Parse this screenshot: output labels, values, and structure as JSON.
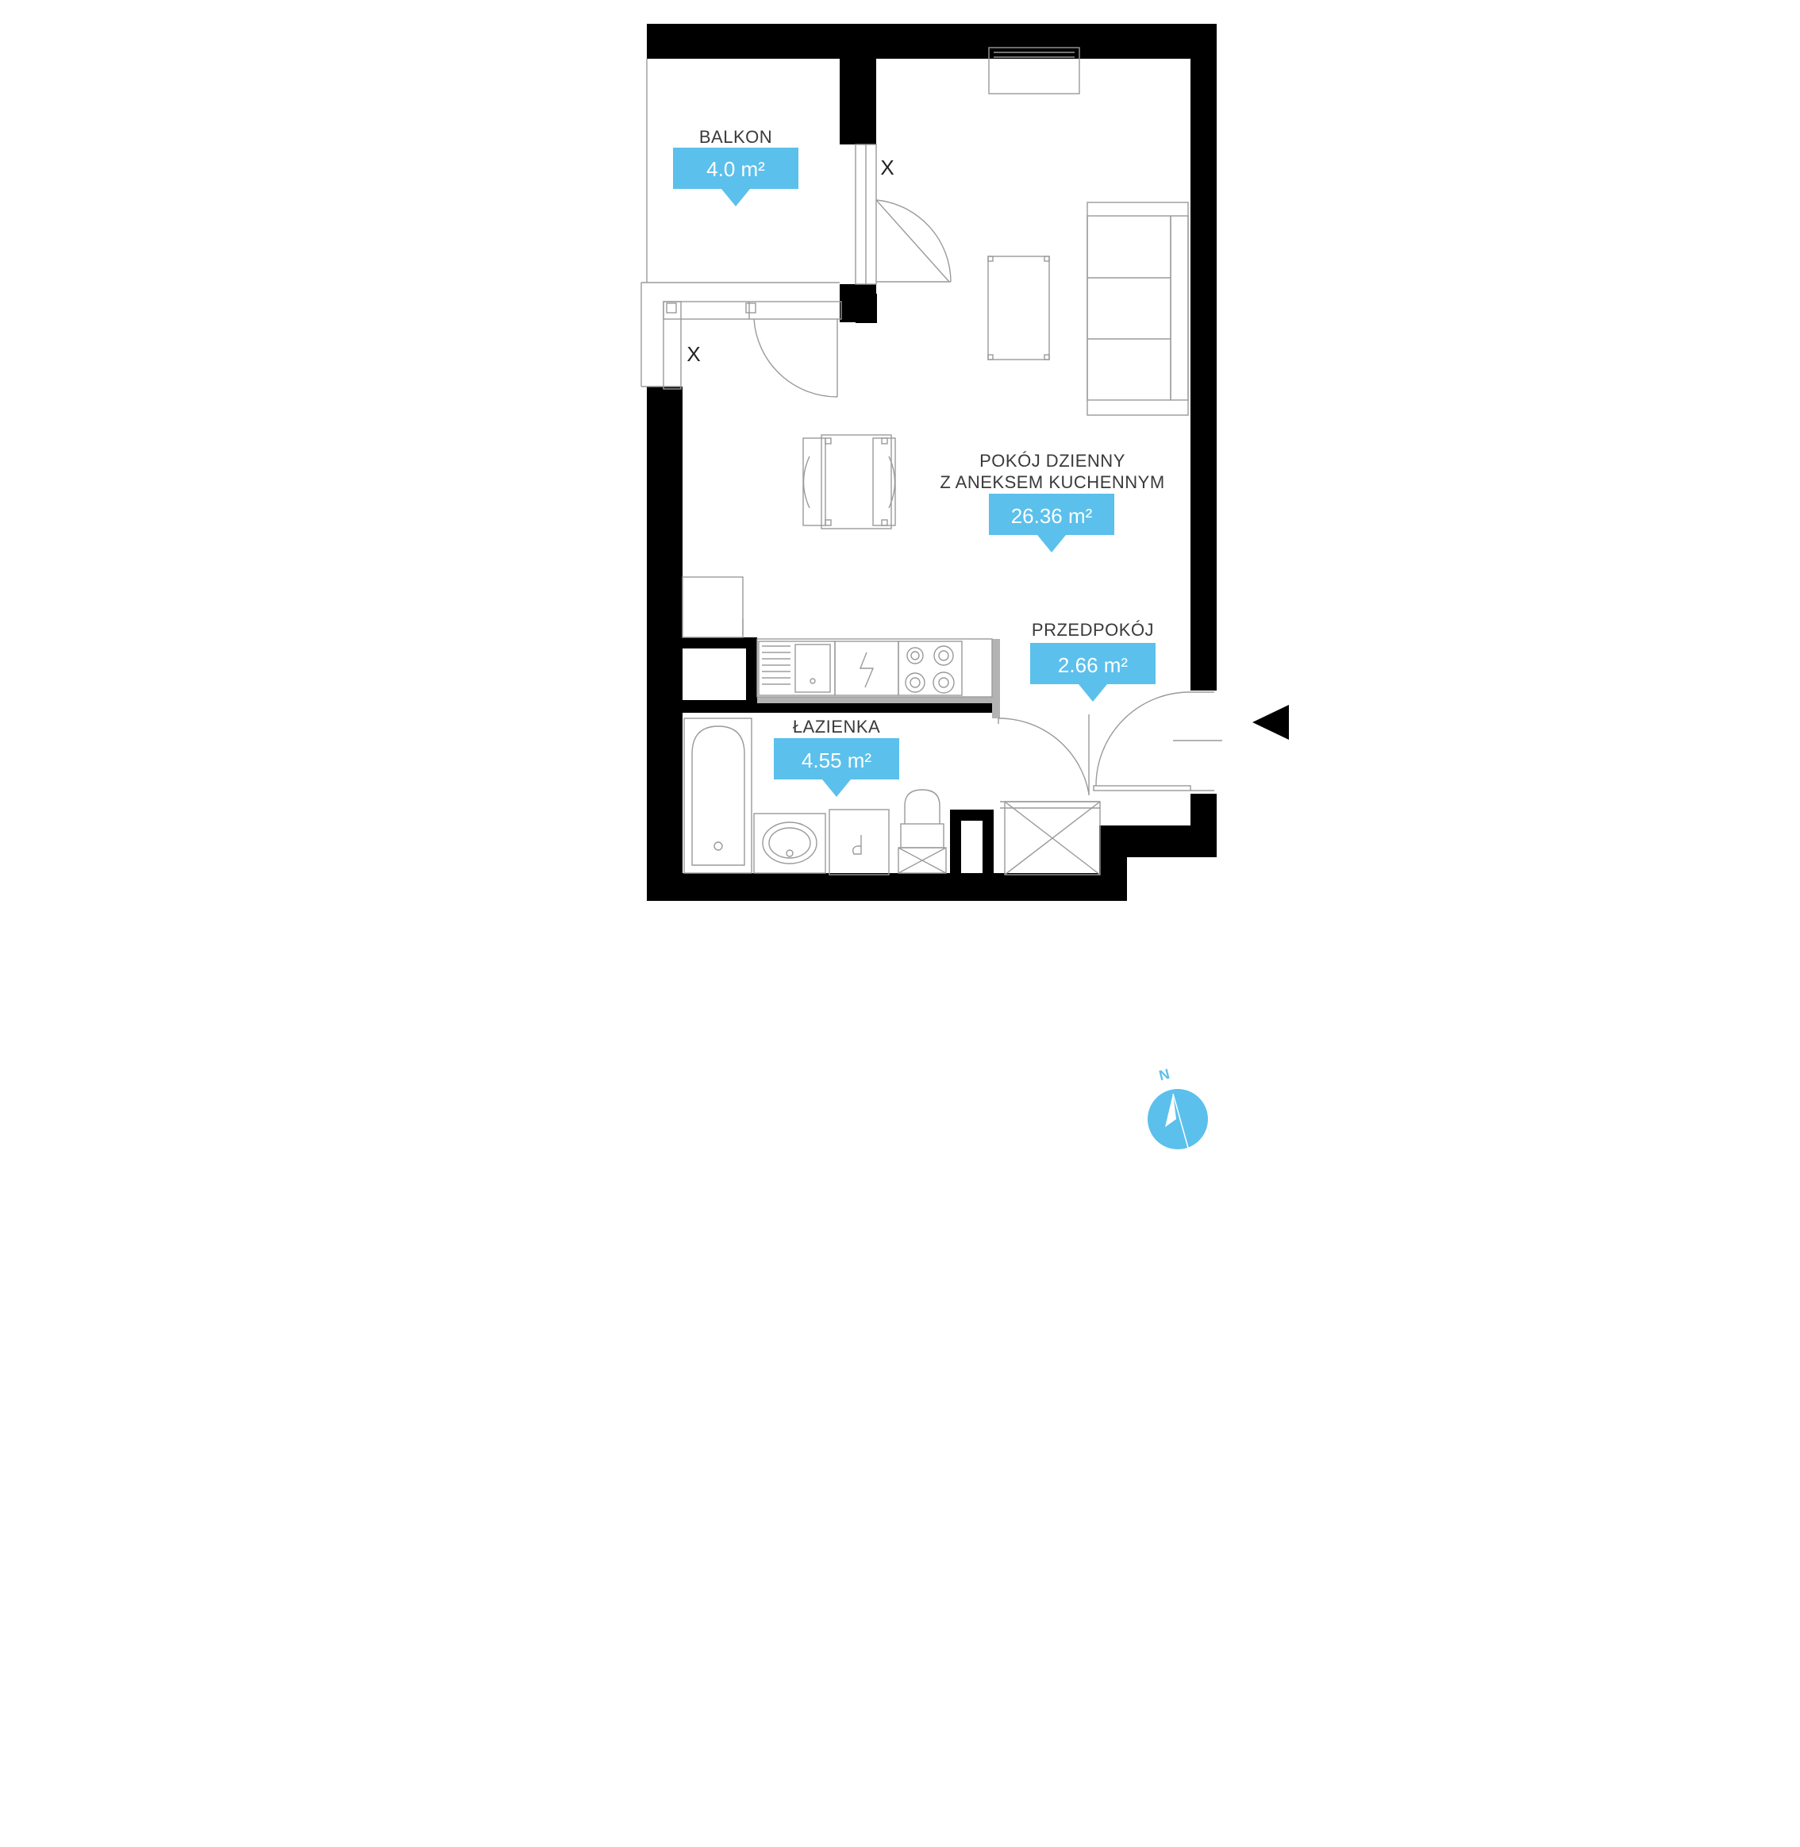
{
  "accent_color": "#5bc0eb",
  "wall_color": "#000000",
  "rooms": {
    "balkon": {
      "name": "BALKON",
      "area": "4.0 m²"
    },
    "pokoj": {
      "name_line1": "POKÓJ DZIENNY",
      "name_line2": "Z ANEKSEM KUCHENNYM",
      "area": "26.36 m²"
    },
    "przedpokoj": {
      "name": "PRZEDPOKÓJ",
      "area": "2.66 m²"
    },
    "lazienka": {
      "name": "ŁAZIENKA",
      "area": "4.55 m²"
    }
  },
  "window_marks": [
    "X",
    "X"
  ],
  "compass": {
    "label": "N",
    "icon": "compass-icon"
  },
  "entrance": {
    "icon": "entrance-arrow-icon"
  }
}
